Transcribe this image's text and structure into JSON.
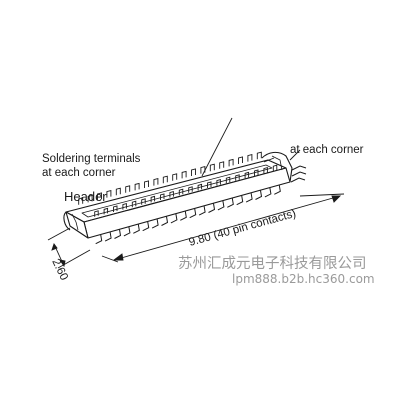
{
  "labels": {
    "soldering_line1": "Soldering terminals",
    "soldering_line2": "at each corner",
    "right_corner": "at each corner",
    "header": "Header",
    "width_dim": "2.60",
    "length_dim": "9.80 (40 pin contacts)"
  },
  "watermark": {
    "company": "苏州汇成元电子科技有限公司",
    "site": "lpm888.b2b.hc360.com"
  },
  "colors": {
    "line": "#1a1a1a",
    "watermark": "#9a9a9a"
  }
}
